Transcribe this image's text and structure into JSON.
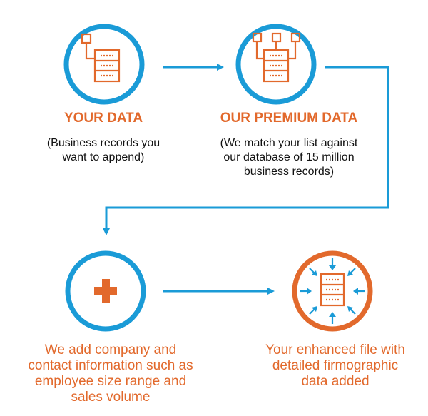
{
  "colors": {
    "blue": "#1a9bd7",
    "orange": "#e2692c"
  },
  "steps": {
    "your_data": {
      "title": "YOUR DATA",
      "desc_line1": "(Business records you",
      "desc_line2": "want to append)",
      "icon": "database-server-icon"
    },
    "premium_data": {
      "title": "OUR PREMIUM DATA",
      "desc_line1": "(We match your list against",
      "desc_line2": "our database of 15 million",
      "desc_line3": "business records)",
      "icon": "database-network-icon"
    },
    "add": {
      "line1": "We add company and",
      "line2": "contact information such as",
      "line3": "employee size range and",
      "line4": "sales volume",
      "icon": "plus-icon"
    },
    "result": {
      "line1": "Your enhanced file with",
      "line2": "detailed firmographic",
      "line3": "data added",
      "icon": "enriched-database-icon"
    }
  }
}
